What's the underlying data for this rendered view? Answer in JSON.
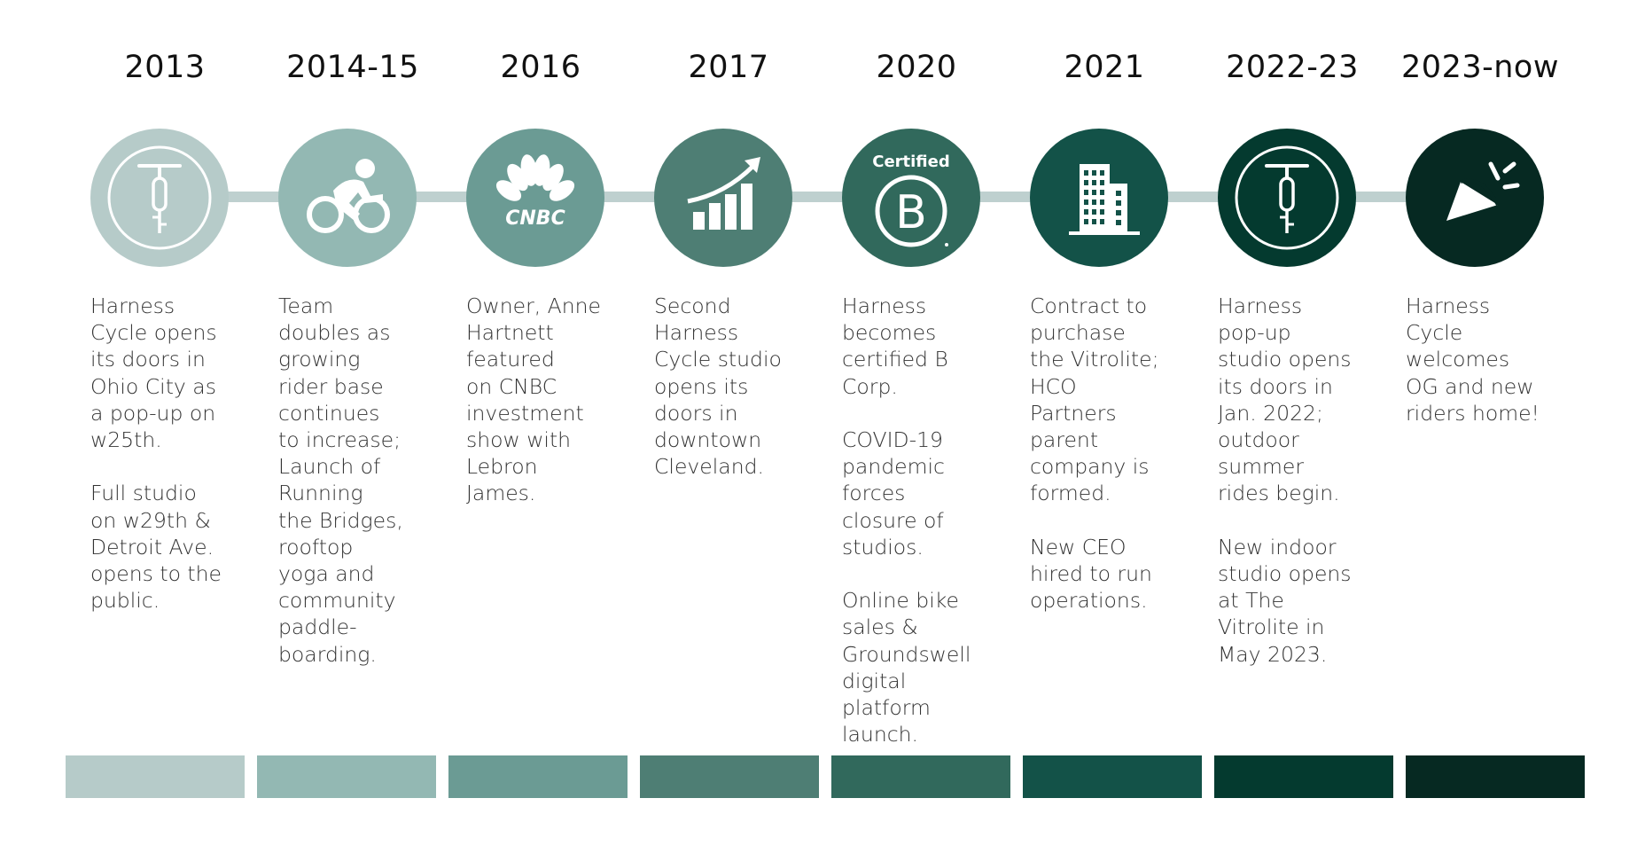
{
  "timeline": [
    {
      "year": "2013",
      "icon": "bike-front-icon",
      "color": "#b6cbc9",
      "description": "Harness\nCycle opens\nits doors in\nOhio City as\na pop-up on\nw25th.\n\nFull studio\non w29th &\nDetroit Ave.\nopens to the\npublic."
    },
    {
      "year": "2014-15",
      "icon": "cyclist-icon",
      "color": "#93b8b3",
      "description": "Team\ndoubles as\ngrowing\nrider base\ncontinues\nto increase;\nLaunch of\nRunning\nthe Bridges,\nrooftop\nyoga and\ncommunity\npaddle-\nboarding."
    },
    {
      "year": "2016",
      "icon": "cnbc-peacock-icon",
      "color": "#6b9b94",
      "icon_text": "CNBC",
      "description": "Owner, Anne\nHartnett\nfeatured\non CNBC\ninvestment\nshow with\nLebron\nJames."
    },
    {
      "year": "2017",
      "icon": "growth-chart-icon",
      "color": "#4e7e74",
      "description": "Second\nHarness\nCycle studio\nopens its\ndoors in\ndowntown\nCleveland."
    },
    {
      "year": "2020",
      "icon": "b-corp-icon",
      "color": "#31695c",
      "icon_text": "Certified",
      "description": "Harness\nbecomes\ncertified B\nCorp.\n\nCOVID-19\npandemic\nforces\nclosure of\nstudios.\n\nOnline bike\nsales &\nGroundswell\ndigital\nplatform\nlaunch."
    },
    {
      "year": "2021",
      "icon": "office-building-icon",
      "color": "#135248",
      "description": "Contract to\npurchase\nthe Vitrolite;\nHCO\nPartners\nparent\ncompany is\nformed.\n\nNew CEO\nhired to run\noperations."
    },
    {
      "year": "2022-23",
      "icon": "bike-front-icon",
      "color": "#043a2f",
      "description": "Harness\npop-up\nstudio opens\nits doors in\nJan. 2022;\noutdoor\nsummer\nrides begin.\n\nNew indoor\nstudio opens\nat The\nVitrolite in\nMay 2023."
    },
    {
      "year": "2023-now",
      "icon": "party-popper-icon",
      "color": "#062922",
      "description": "Harness\nCycle\nwelcomes\nOG and new\nriders home!"
    }
  ]
}
